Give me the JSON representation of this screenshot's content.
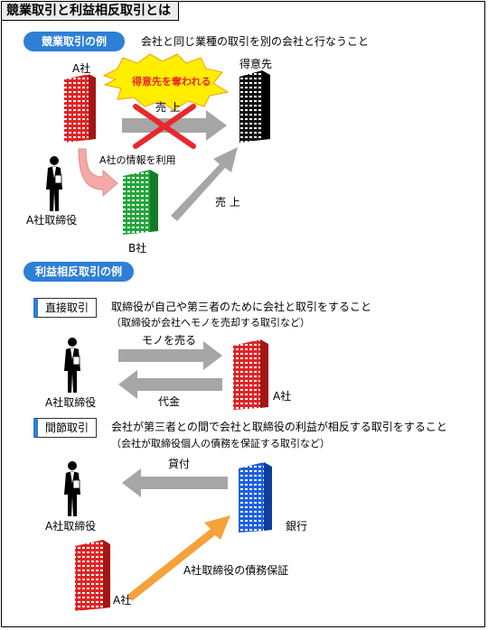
{
  "title": "競業取引と利益相反取引とは",
  "competition": {
    "heading": "競業取引の例",
    "description": "会社と同じ業種の取引を別の会社と行なうこと",
    "company_a": "A社",
    "customer": "得意先",
    "burst_text": "得意先を奪われる",
    "sales_crossed": "売 上",
    "info_use": "A社の情報を利用",
    "director": "A社取締役",
    "company_b": "B社",
    "sales_b": "売 上"
  },
  "conflict": {
    "heading": "利益相反取引の例",
    "direct": {
      "tag": "直接取引",
      "description": "取締役が自己や第三者のために会社と取引をすること",
      "note": "（取締役が会社へモノを売却する取引など）",
      "sell_label": "モノを売る",
      "payment_label": "代金",
      "director": "A社取締役",
      "company": "A社"
    },
    "indirect": {
      "tag": "間節取引",
      "description": "会社が第三者との間で会社と取締役の利益が相反する取引をすること",
      "note": "（会社が取締役個人の債務を保証する取引など）",
      "loan_label": "貸付",
      "director": "A社取締役",
      "bank": "銀行",
      "guarantee": "A社取締役の債務保証",
      "company": "A社"
    }
  },
  "colors": {
    "accent_blue": "#2e7fd6",
    "building_red": "#e02424",
    "building_black": "#111111",
    "building_green": "#22a63a",
    "building_blue": "#1d5fe0",
    "arrow_gray": "#a6a6a6",
    "arrow_orange": "#f6a23a",
    "arrow_pink": "#f4a8a8",
    "cross_red": "#e8282b",
    "burst_yellow": "#ffee00",
    "burst_text": "#e8282b"
  },
  "icons": [
    "building-icon",
    "businessman-icon",
    "explosion-burst-icon",
    "cross-mark-icon",
    "arrow-icon"
  ]
}
